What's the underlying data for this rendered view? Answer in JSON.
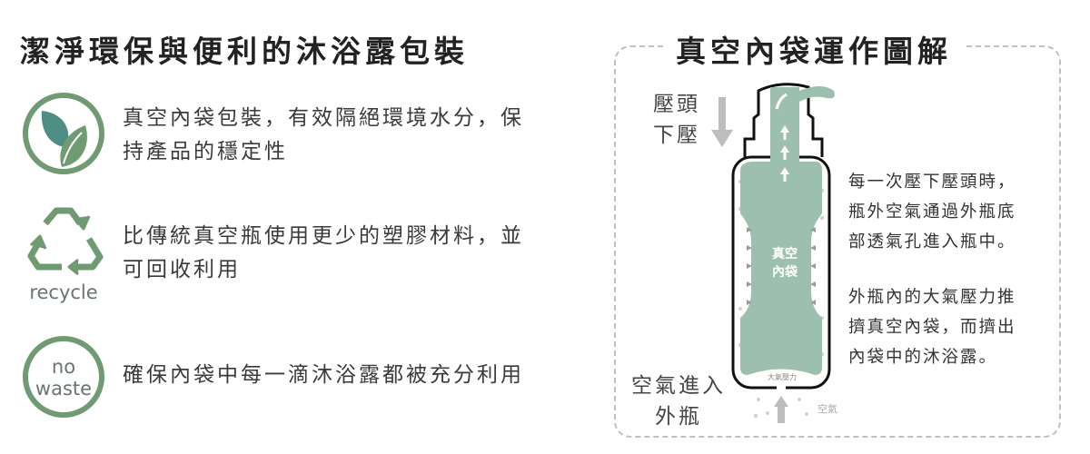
{
  "left": {
    "title": "潔淨環保與便利的沐浴露包裝",
    "features": [
      {
        "icon": "leaf-icon",
        "lines": [
          "真空內袋包裝，有效隔絕環境水分，保",
          "持產品的穩定性"
        ]
      },
      {
        "icon": "recycle-icon",
        "icon_label": "recycle",
        "lines": [
          "比傳統真空瓶使用更少的塑膠材料，並",
          "可回收利用"
        ]
      },
      {
        "icon": "no-waste-icon",
        "icon_label_lines": [
          "no",
          "waste"
        ],
        "lines": [
          "確保內袋中每一滴沐浴露都被充分利用"
        ]
      }
    ]
  },
  "right": {
    "title": "真空內袋運作圖解",
    "press_label": [
      "壓頭",
      "下壓"
    ],
    "air_in_label": [
      "空氣進入",
      "外瓶"
    ],
    "bag_label": [
      "真空",
      "內袋"
    ],
    "pressure_label": "大氣壓力",
    "air_label": "空氣",
    "desc1": [
      "每一次壓下壓頭時，",
      "瓶外空氣通過外瓶底",
      "部透氣孔進入瓶中。"
    ],
    "desc2": [
      "外瓶內的大氣壓力推",
      "擠真空內袋，而擠出",
      "內袋中的沐浴露。"
    ]
  },
  "colors": {
    "icon_green": "#6f9a72",
    "leaf_teal": "#4f8e84",
    "bag_green": "#9dbfb0",
    "arrow_gray": "#bdbdbd"
  }
}
